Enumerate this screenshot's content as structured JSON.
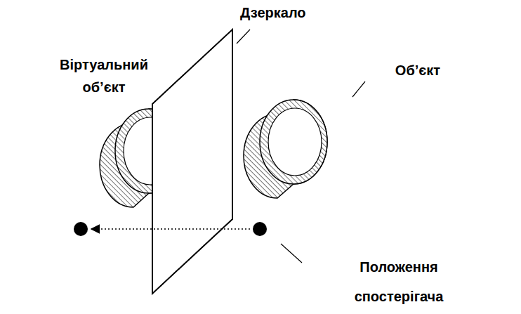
{
  "diagram": {
    "labels": [
      "Дзеркало",
      "Віртуальний об’єкт",
      "Об’єкт",
      "Положення спостерігача"
    ]
  }
}
